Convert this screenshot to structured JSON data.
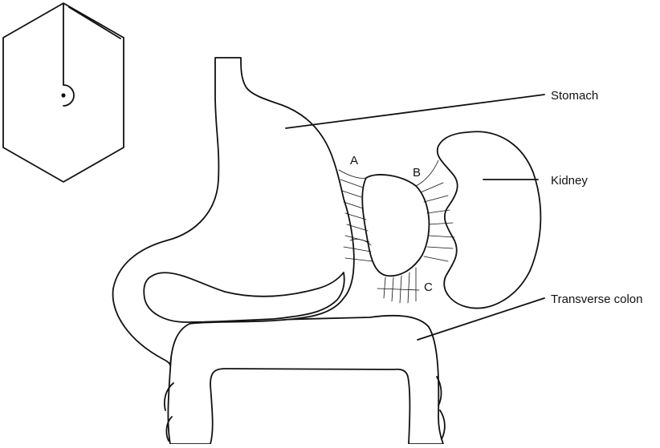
{
  "labels": {
    "stomach": "Stomach",
    "kidney": "Kidney",
    "colon": "Transverse colon"
  },
  "letters": {
    "a": "A",
    "b": "B",
    "c": "C"
  },
  "colors": {
    "ink": "#111111",
    "background": "#ffffff"
  },
  "icons": [
    "orientation-hexagon-icon"
  ]
}
